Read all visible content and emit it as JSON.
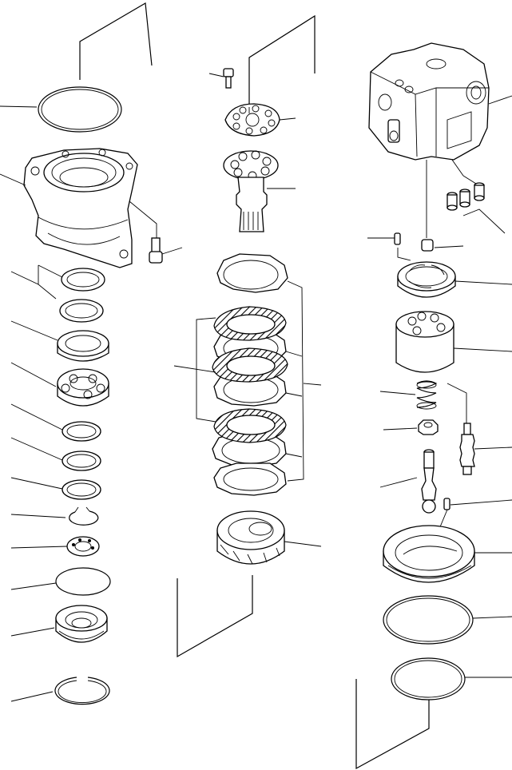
{
  "diagram": {
    "kind": "exploded-parts-view",
    "labels_printed": false,
    "colors": {
      "line": "#000000",
      "background": "#ffffff"
    },
    "columns": [
      {
        "id": "left",
        "parts": [
          "o-ring-large",
          "housing",
          "socket-bolt",
          "shim-a",
          "shim-b",
          "bearing-race",
          "bearing",
          "washer-a",
          "washer-b",
          "washer-c",
          "snap-ring",
          "small-bearing",
          "o-ring-small",
          "oil-seal",
          "retaining-ring"
        ]
      },
      {
        "id": "center",
        "parts": [
          "bolt",
          "retainer-plate",
          "drive-shaft",
          "separator-plate-stack",
          "friction-plate-stack",
          "taper-roller-bearing"
        ]
      },
      {
        "id": "right",
        "parts": [
          "valve-body",
          "spool-set",
          "pin",
          "collar",
          "valve-plate",
          "cylinder-block",
          "spring",
          "nut",
          "plunger-assembly",
          "piston-rod",
          "dowel-pin",
          "swash-plate",
          "o-ring-upper",
          "o-ring-lower"
        ]
      }
    ]
  }
}
